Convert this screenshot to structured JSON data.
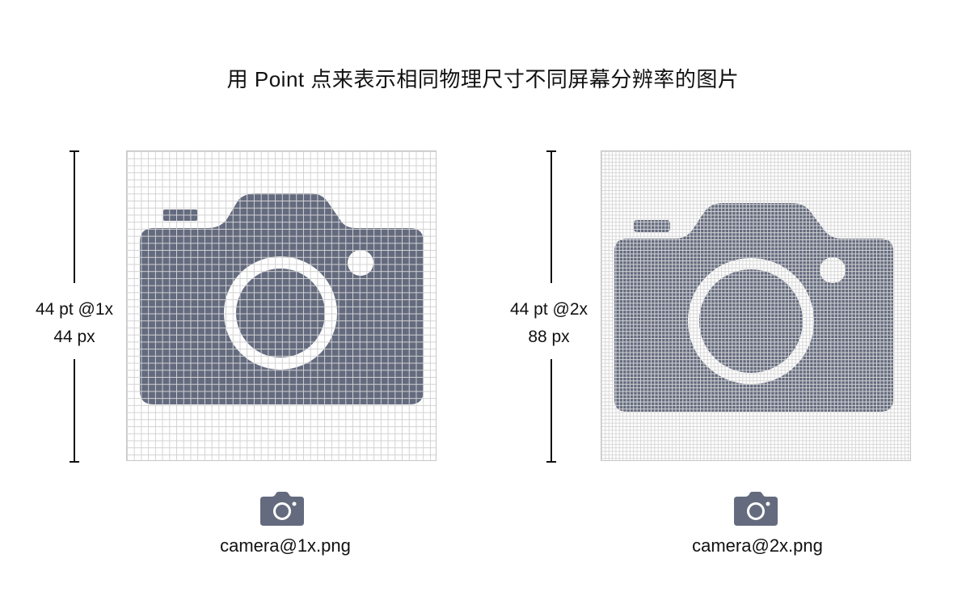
{
  "title": "用 Point 点来表示相同物理尺寸不同屏幕分辨率的图片",
  "colors": {
    "icon": "#646b7f",
    "grid_line": "#d2d2d2",
    "text": "#111111"
  },
  "panels": [
    {
      "dimension_pt": "44 pt @1x",
      "dimension_px": "44 px",
      "filename": "camera@1x.png",
      "icon": "camera-icon"
    },
    {
      "dimension_pt": "44 pt @2x",
      "dimension_px": "88 px",
      "filename": "camera@2x.png",
      "icon": "camera-icon"
    }
  ]
}
